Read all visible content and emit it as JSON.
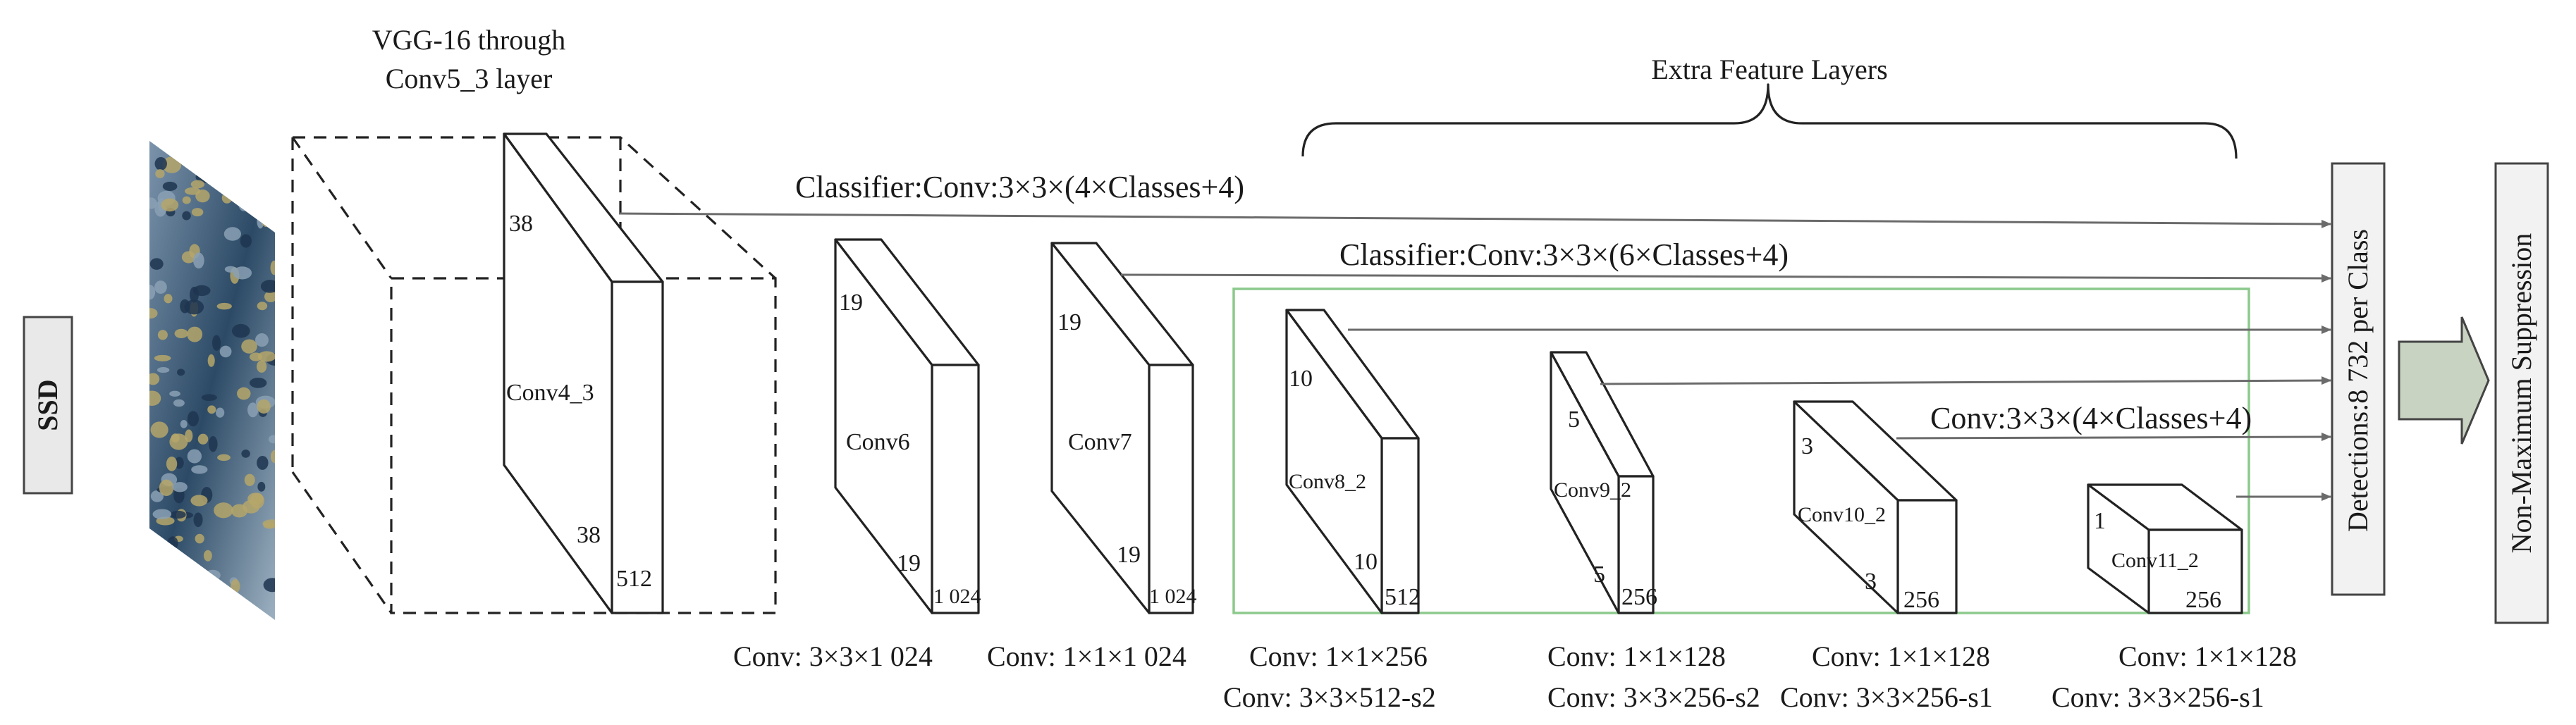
{
  "ssd_label": "SSD",
  "vgg_label_line1": "VGG-16 through",
  "vgg_label_line2": "Conv5_3 layer",
  "extra_feature_label": "Extra Feature Layers",
  "classifier_1": "Classifier:Conv:3×3×(4×Classes+4)",
  "classifier_2": "Classifier:Conv:3×3×(6×Classes+4)",
  "classifier_3": "Conv:3×3×(4×Classes+4)",
  "detections_label": "Detections:8 732 per Class",
  "nms_label": "Non-Maximum Suppression",
  "layers": {
    "conv4_3": {
      "name": "Conv4_3",
      "size_top": "38",
      "size_bottom": "38",
      "depth": "512"
    },
    "conv6": {
      "name": "Conv6",
      "size_top": "19",
      "size_bottom": "19",
      "depth": "1 024",
      "caption": "Conv: 3×3×1 024"
    },
    "conv7": {
      "name": "Conv7",
      "size_top": "19",
      "size_bottom": "19",
      "depth": "1 024",
      "caption": "Conv: 1×1×1 024"
    },
    "conv8_2": {
      "name": "Conv8_2",
      "size_top": "10",
      "size_bottom": "10",
      "depth": "512",
      "caption1": "Conv: 1×1×256",
      "caption2": "Conv: 3×3×512-s2"
    },
    "conv9_2": {
      "name": "Conv9_2",
      "size_top": "5",
      "size_bottom": "5",
      "depth": "256",
      "caption1": "Conv: 1×1×128",
      "caption2": "Conv: 3×3×256-s2"
    },
    "conv10_2": {
      "name": "Conv10_2",
      "size_top": "3",
      "size_bottom": "3",
      "depth": "256",
      "caption1": "Conv: 1×1×128",
      "caption2": "Conv: 3×3×256-s1"
    },
    "conv11_2": {
      "name": "Conv11_2",
      "size_top": "1",
      "depth": "256",
      "caption1": "Conv: 1×1×128",
      "caption2": "Conv: 3×3×256-s1"
    }
  },
  "colors": {
    "green_box": "#8cc98c",
    "arrow": "#6b6b6b",
    "big_arrow_fill": "#c9d3c2",
    "input_image_dark": "#1f3550",
    "input_image_light": "#8aa0b4",
    "input_image_spots": "#b5a66a"
  }
}
